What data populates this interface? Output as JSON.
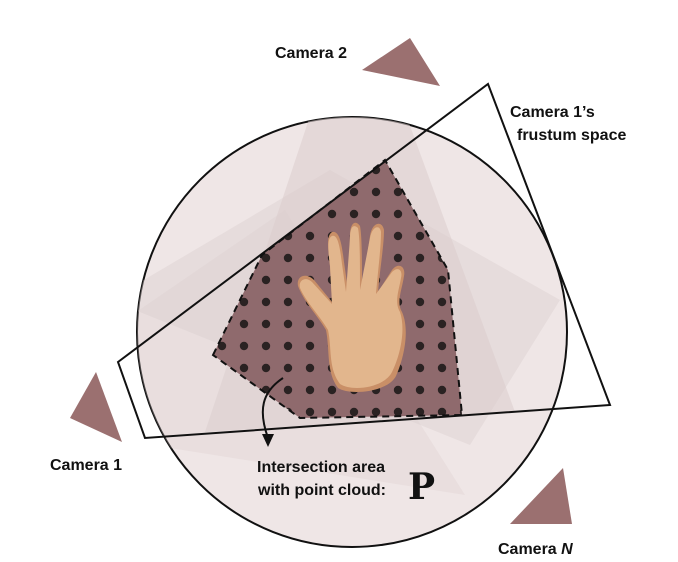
{
  "labels": {
    "camera_1": "Camera 1",
    "camera_2": "Camera 2",
    "camera_n_prefix": "Camera ",
    "camera_n_suffix": "N",
    "frustum_line1": "Camera 1’s",
    "frustum_line2": "frustum space",
    "intersection_line1": "Intersection area",
    "intersection_line2": "with point cloud:",
    "point_cloud_symbol": "P"
  },
  "icons": {
    "camera_marker": "triangle-camera-icon",
    "hand": "hand-image",
    "arrow": "curved-arrow-icon"
  },
  "colors": {
    "camera_fill": "#9b7070",
    "sphere_fill": "#efe6e6",
    "cone_fill": "#dacccc",
    "intersection_fill": "#8f6a6d",
    "point_color": "#2a2222",
    "outline": "#111111",
    "skin": "#e2b68d",
    "skin_shadow": "#c98f67"
  }
}
